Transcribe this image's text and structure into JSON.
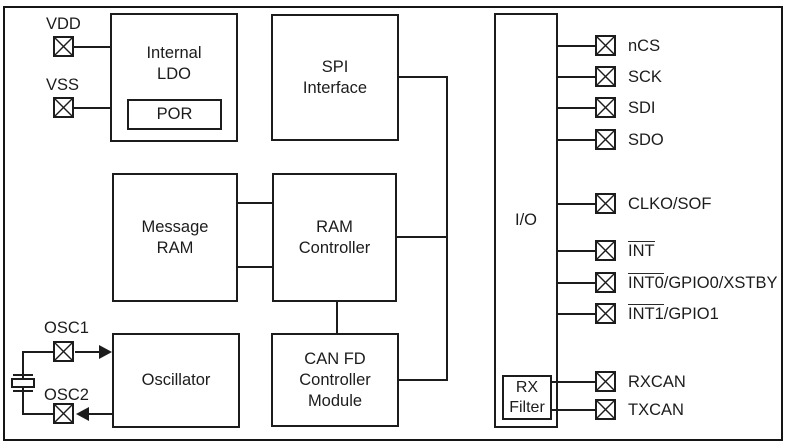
{
  "colors": {
    "line": "#1c1c1c",
    "background": "#ffffff",
    "text": "#1c1c1c"
  },
  "blocks": {
    "internal_ldo": "Internal\nLDO",
    "por": "POR",
    "spi_interface": "SPI\nInterface",
    "message_ram": "Message\nRAM",
    "ram_controller": "RAM\nController",
    "can_fd": "CAN FD\nController\nModule",
    "oscillator": "Oscillator",
    "io": "I/O",
    "rx_filter": "RX\nFilter"
  },
  "pins": {
    "left": [
      {
        "label": "VDD"
      },
      {
        "label": "VSS"
      },
      {
        "label": "OSC1"
      },
      {
        "label": "OSC2"
      }
    ],
    "right": [
      {
        "overline": "",
        "label": "nCS"
      },
      {
        "overline": "",
        "label": "SCK"
      },
      {
        "overline": "",
        "label": "SDI"
      },
      {
        "overline": "",
        "label": "SDO"
      },
      {
        "overline": "",
        "label": "CLKO/SOF"
      },
      {
        "overline": "INT",
        "label": ""
      },
      {
        "overline": "INT0",
        "label": "/GPIO0/XSTBY"
      },
      {
        "overline": "INT1",
        "label": "/GPIO1"
      },
      {
        "overline": "",
        "label": "RXCAN"
      },
      {
        "overline": "",
        "label": "TXCAN"
      }
    ]
  }
}
